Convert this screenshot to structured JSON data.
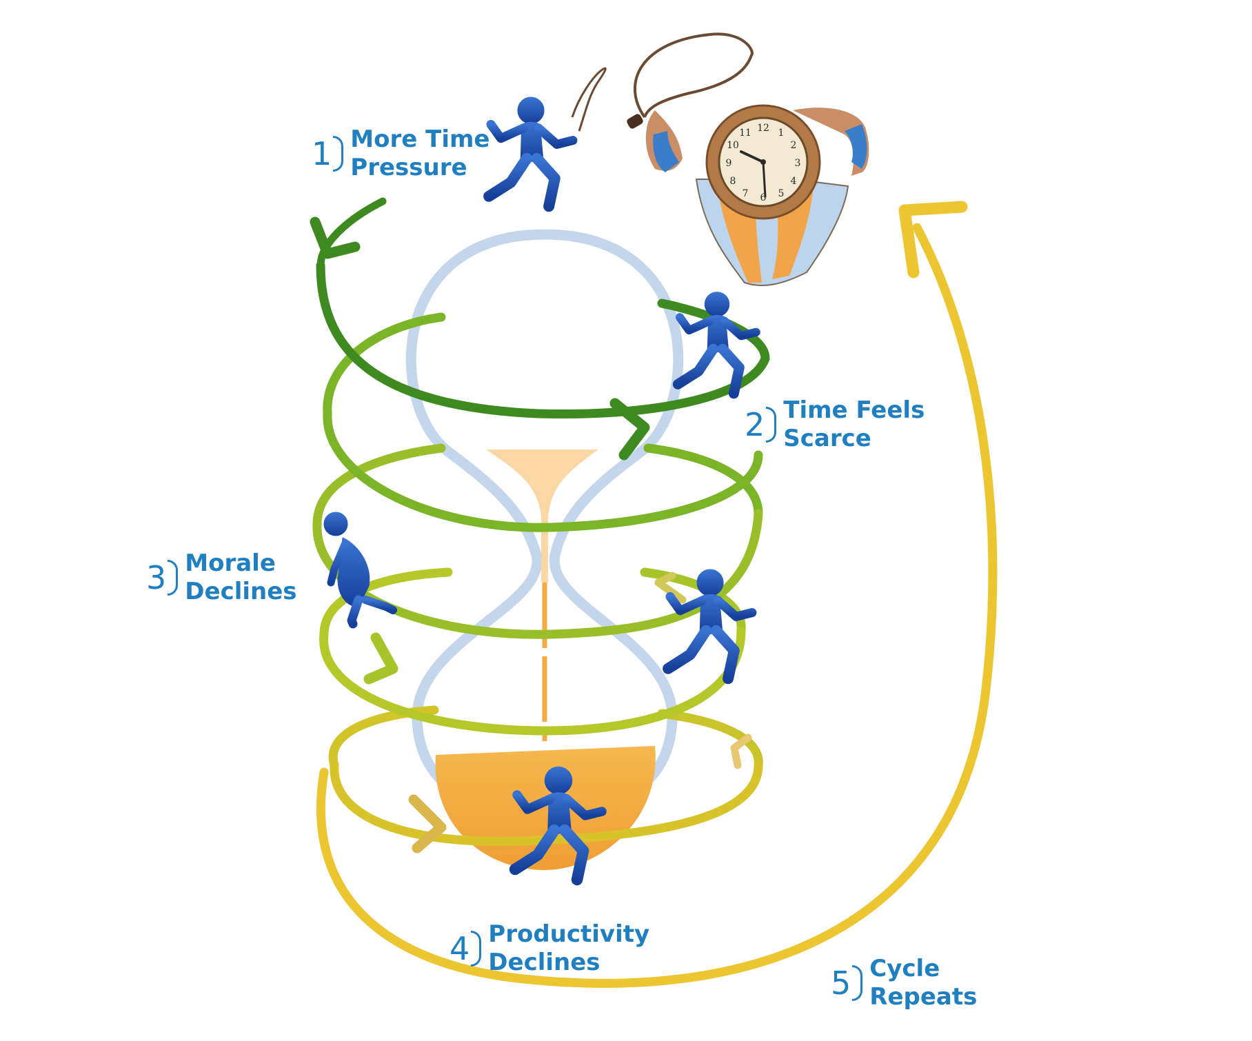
{
  "steps": [
    {
      "num": "1",
      "line1": "More Time",
      "line2": "Pressure"
    },
    {
      "num": "2",
      "line1": "Time Feels",
      "line2": "Scarce"
    },
    {
      "num": "3",
      "line1": "Morale",
      "line2": "Declines"
    },
    {
      "num": "4",
      "line1": "Productivity",
      "line2": "Declines"
    },
    {
      "num": "5",
      "line1": "Cycle",
      "line2": "Repeats"
    }
  ],
  "clock": {
    "numerals": [
      "12",
      "1",
      "2",
      "3",
      "4",
      "5",
      "6",
      "7",
      "8",
      "9",
      "10",
      "11"
    ]
  },
  "colors": {
    "label": "#1f7fc0",
    "figure": "#1f55b8",
    "hourglass": "#c4d6ec",
    "sand": "#f3ac45",
    "sand_light": "#fbd8a3",
    "spiral_dark": "#3f8a20",
    "spiral_green": "#7cb428",
    "spiral_lime": "#b5c82a",
    "spiral_yellow": "#e0c024",
    "cycle_arrow": "#ecc631"
  },
  "icons": [
    "hourglass-icon",
    "running-person-icon",
    "slumped-person-icon",
    "clock-whip-icon",
    "arrow-icon"
  ]
}
